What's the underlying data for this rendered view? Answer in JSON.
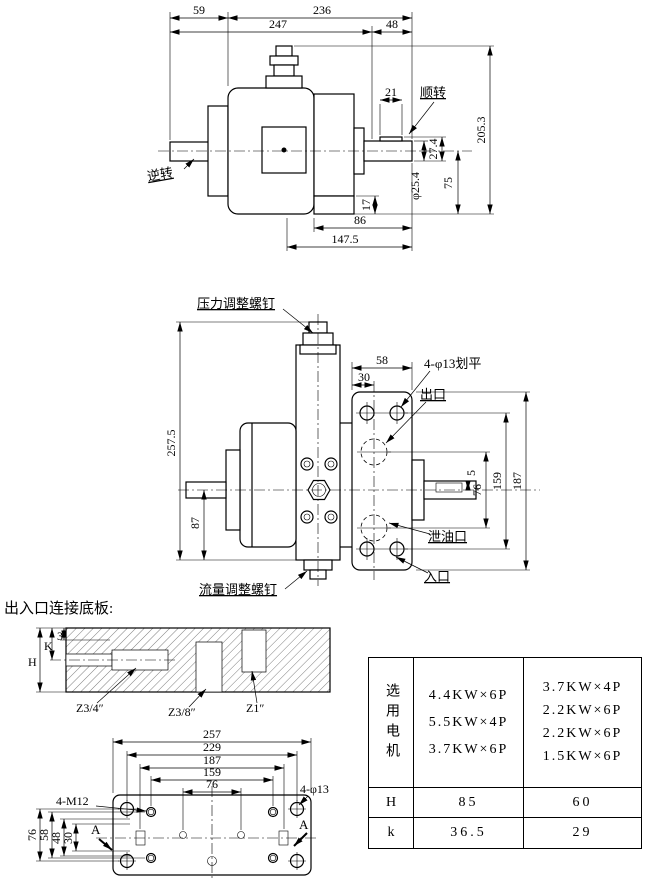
{
  "top_view": {
    "dims": {
      "d59": "59",
      "d236": "236",
      "d247": "247",
      "d48": "48",
      "d21": "21",
      "d205": "205.3",
      "d75": "75",
      "d274": "27.4",
      "dia254": "φ25.4",
      "d17": "17",
      "d86": "86",
      "d1475": "147.5"
    },
    "labels": {
      "cw": "顺转",
      "ccw": "逆转"
    }
  },
  "front_view": {
    "dims": {
      "d58": "58",
      "d30": "30",
      "d2575": "257.5",
      "d87": "87",
      "d5": "5",
      "d76": "76",
      "d159": "159",
      "d187": "187"
    },
    "labels": {
      "pressure_screw": "压力调整螺钉",
      "flow_screw": "流量调整螺钉",
      "mount_holes": "4-φ13划平",
      "outlet": "出口",
      "drain": "泄油口",
      "inlet": "入口"
    }
  },
  "base_plate": {
    "title": "出入口连接底板:",
    "side": {
      "dims": {
        "h": "H",
        "k": "K",
        "d3": "3"
      },
      "ports": {
        "z34": "Z3/4″",
        "z38": "Z3/8″",
        "z1": "Z1″"
      }
    },
    "plan": {
      "dims": {
        "d257": "257",
        "d229": "229",
        "d187": "187",
        "d159": "159",
        "d76h": "76",
        "d76v": "76",
        "d58": "58",
        "d48": "48",
        "d30": "30"
      },
      "labels": {
        "m12": "4-M12",
        "dia13": "4-φ13",
        "sec_left": "A",
        "sec_right": "A"
      }
    }
  },
  "table": {
    "header": "选用电机",
    "col1": [
      "4.4KW×6P",
      "5.5KW×4P",
      "3.7KW×6P"
    ],
    "col2": [
      "3.7KW×4P",
      "2.2KW×6P",
      "2.2KW×6P",
      "1.5KW×6P"
    ],
    "rows": {
      "h_label": "H",
      "h_v1": "85",
      "h_v2": "60",
      "k_label": "k",
      "k_v1": "36.5",
      "k_v2": "29"
    }
  }
}
